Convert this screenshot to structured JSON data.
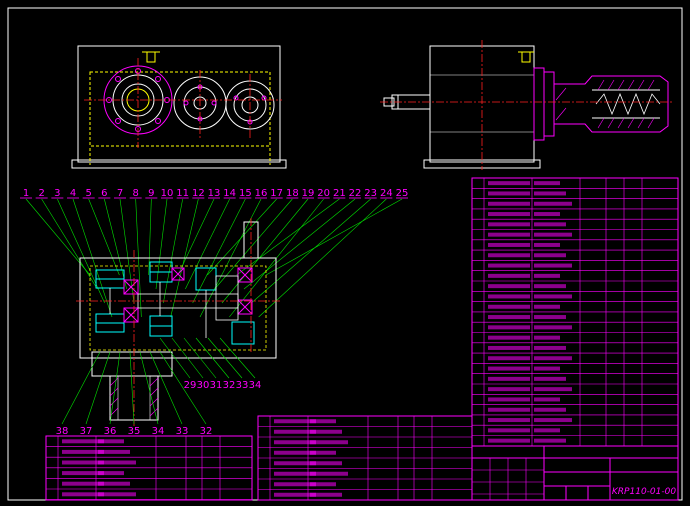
{
  "colors": {
    "background": "#000000",
    "frame": "#ffffff",
    "table": "#ff00ff",
    "centerline": "#ff2020",
    "green": "#00e000",
    "yellow": "#ffff00",
    "cyan": "#00ffff",
    "white": "#ffffff"
  },
  "leaders_top": [
    "1",
    "2",
    "3",
    "4",
    "5",
    "6",
    "7",
    "8",
    "9",
    "10",
    "11",
    "12",
    "13",
    "14",
    "15",
    "16",
    "17",
    "18",
    "19",
    "20",
    "21",
    "22",
    "23",
    "24",
    "25"
  ],
  "leaders_bottom_right": [
    "29",
    "30",
    "31",
    "32",
    "33",
    "34"
  ],
  "leaders_bottom_left": [
    "38",
    "37",
    "36",
    "35",
    "34",
    "33",
    "32"
  ],
  "title_block": {
    "drawing_no": "KRP110-01-00"
  }
}
